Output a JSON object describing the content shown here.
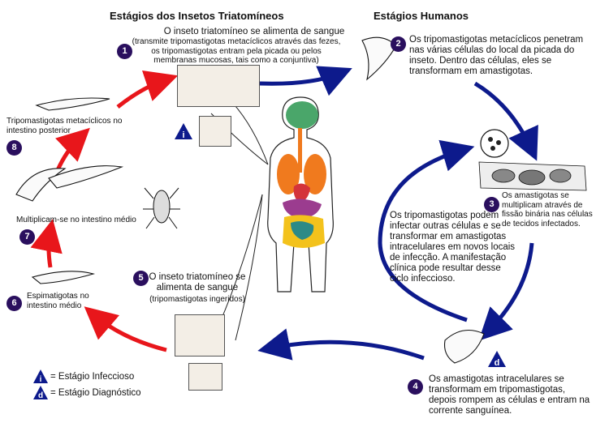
{
  "headings": {
    "insect": "Estágios dos Insetos Triatomíneos",
    "human": "Estágios Humanos"
  },
  "steps": [
    {
      "n": "1",
      "title": "O inseto triatomíneo se alimenta de sangue",
      "detail": "(transmite tripomastigotas metacíclicos através das fezes, os tripomastigotas entram pela picada ou pelos membranas mucosas, tais como a conjuntiva)"
    },
    {
      "n": "2",
      "text": "Os tripomastigotas metacíclicos penetram nas várias células do local da picada do inseto. Dentro das células, eles se transformam em amastigotas."
    },
    {
      "n": "3",
      "text": "Os amastigotas se multiplicam através de fissão binária nas células de tecidos infectados."
    },
    {
      "n": "4",
      "text": "Os amastigotas intracelulares se transformam em tripomastigotas, depois rompem as células e entram na corrente sanguínea."
    },
    {
      "n": "5",
      "title": "O inseto triatomíneo se alimenta de sangue",
      "detail": "(tripomastigotas ingeridos)"
    },
    {
      "n": "6",
      "text": "Espimatigotas no intestino médio"
    },
    {
      "n": "7",
      "text": "Multiplicam-se no intestino médio"
    },
    {
      "n": "8",
      "text": "Tripomastigotas metacíclicos no intestino posterior"
    }
  ],
  "center_text": "Os tripomastigotas podem infectar outras células e se transformar em amastigotas intracelulares em novos locais de infecção. A manifestação clínica pode resultar desse ciclo infeccioso.",
  "legend": {
    "infective_symbol": "i",
    "infective_label": "= Estágio Infeccioso",
    "diagnostic_symbol": "d",
    "diagnostic_label": "= Estágio Diagnóstico"
  },
  "colors": {
    "red": "#e8161b",
    "navy": "#0d1a8c",
    "step": "#2a0f5e"
  }
}
